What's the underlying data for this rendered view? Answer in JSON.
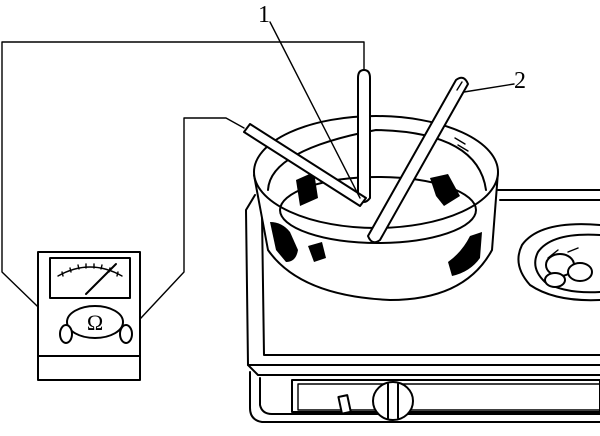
{
  "labels": {
    "label_1": "1",
    "label_2": "2"
  },
  "meter": {
    "symbol": "Ω"
  },
  "colors": {
    "ink": "#000000",
    "paper": "#ffffff"
  }
}
